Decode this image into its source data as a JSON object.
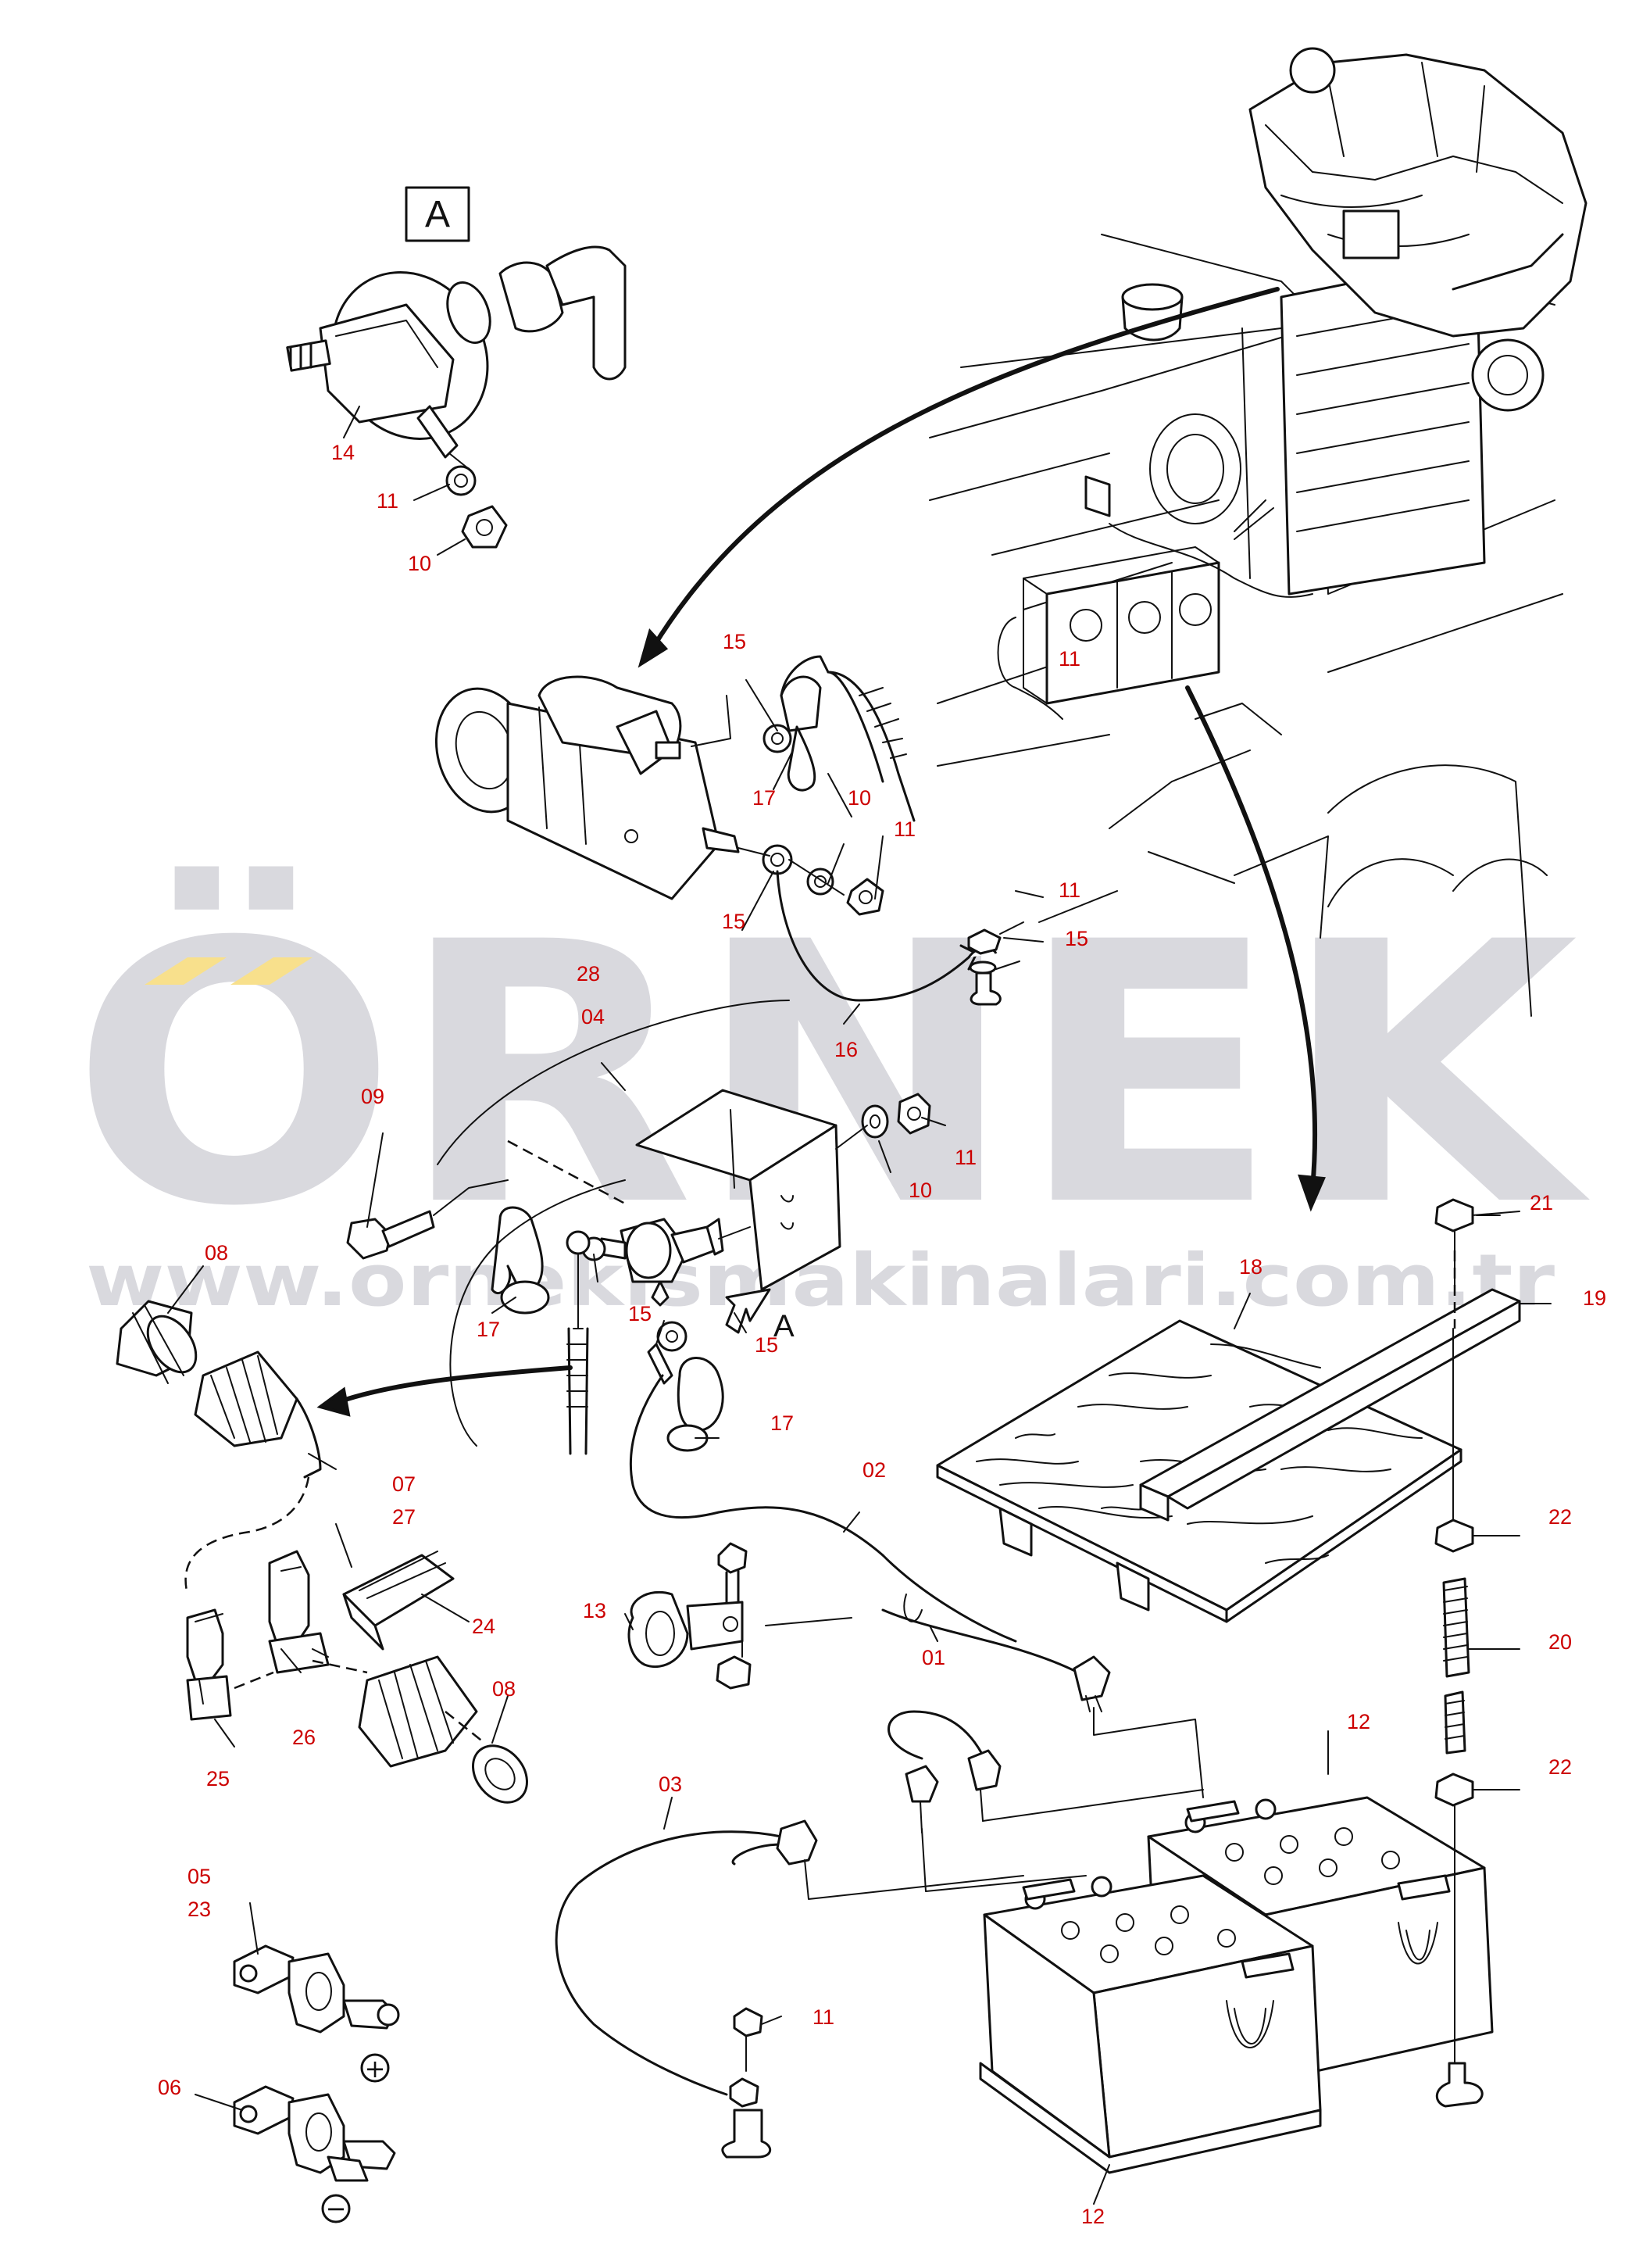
{
  "watermark": {
    "brand": "ÖRNEK",
    "url": "www.ornekismakinalari.com.tr",
    "color": "#d9d9de",
    "accent": "#f8e08c"
  },
  "view_marker": "A",
  "label_color": "#cc0000",
  "callouts": [
    {
      "id": "c14",
      "text": "14"
    },
    {
      "id": "c11a",
      "text": "11"
    },
    {
      "id": "c10a",
      "text": "10"
    },
    {
      "id": "c15a",
      "text": "15"
    },
    {
      "id": "c17a",
      "text": "17"
    },
    {
      "id": "c10b",
      "text": "10"
    },
    {
      "id": "c11b",
      "text": "11"
    },
    {
      "id": "c11c",
      "text": "11"
    },
    {
      "id": "c15b",
      "text": "15"
    },
    {
      "id": "c11d",
      "text": "11"
    },
    {
      "id": "c15c",
      "text": "15"
    },
    {
      "id": "c28",
      "text": "28"
    },
    {
      "id": "c04",
      "text": "04"
    },
    {
      "id": "c16",
      "text": "16"
    },
    {
      "id": "c09",
      "text": "09"
    },
    {
      "id": "c11e",
      "text": "11"
    },
    {
      "id": "c10c",
      "text": "10"
    },
    {
      "id": "c21",
      "text": "21"
    },
    {
      "id": "c08a",
      "text": "08"
    },
    {
      "id": "c15d",
      "text": "15"
    },
    {
      "id": "c15e",
      "text": "15"
    },
    {
      "id": "c17b",
      "text": "17"
    },
    {
      "id": "c17c",
      "text": "17"
    },
    {
      "id": "c18",
      "text": "18"
    },
    {
      "id": "c19",
      "text": "19"
    },
    {
      "id": "c02",
      "text": "02"
    },
    {
      "id": "c07",
      "text": "07"
    },
    {
      "id": "c27",
      "text": "27"
    },
    {
      "id": "c22a",
      "text": "22"
    },
    {
      "id": "c13",
      "text": "13"
    },
    {
      "id": "c24",
      "text": "24"
    },
    {
      "id": "c01",
      "text": "01"
    },
    {
      "id": "c20",
      "text": "20"
    },
    {
      "id": "c08b",
      "text": "08"
    },
    {
      "id": "c26",
      "text": "26"
    },
    {
      "id": "c25",
      "text": "25"
    },
    {
      "id": "c12a",
      "text": "12"
    },
    {
      "id": "c22b",
      "text": "22"
    },
    {
      "id": "c03",
      "text": "03"
    },
    {
      "id": "c05",
      "text": "05"
    },
    {
      "id": "c23",
      "text": "23"
    },
    {
      "id": "c11f",
      "text": "11"
    },
    {
      "id": "c06",
      "text": "06"
    },
    {
      "id": "c12b",
      "text": "12"
    }
  ],
  "terminal_symbols": {
    "positive": "+",
    "negative": "−"
  }
}
